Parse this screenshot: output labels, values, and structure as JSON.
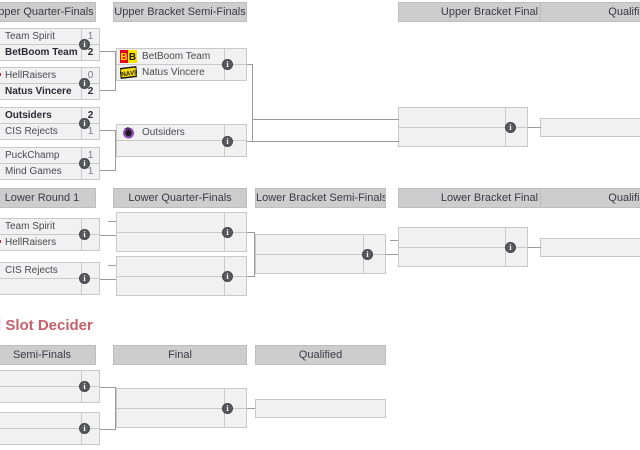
{
  "sections": {
    "upper": {
      "columns": [
        {
          "label": "Upper Quarter-Finals"
        },
        {
          "label": "Upper Bracket Semi-Finals"
        },
        {
          "label": "Upper Bracket Final"
        },
        {
          "label": "Qualified"
        }
      ]
    },
    "lower": {
      "columns": [
        {
          "label": "Lower Round 1"
        },
        {
          "label": "Lower Quarter-Finals"
        },
        {
          "label": "Lower Bracket Semi-Finals"
        },
        {
          "label": "Lower Bracket Final"
        },
        {
          "label": "Qualified"
        }
      ]
    },
    "decider": {
      "title": "d Slot Decider",
      "columns": [
        {
          "label": "Semi-Finals"
        },
        {
          "label": "Final"
        },
        {
          "label": "Qualified"
        }
      ]
    }
  },
  "matches": {
    "uqf1": {
      "top": {
        "name": "Team Spirit",
        "score": "1",
        "winner": false,
        "flag": false
      },
      "bottom": {
        "name": "BetBoom Team",
        "score": "2",
        "winner": true,
        "flag": false
      }
    },
    "uqf2": {
      "top": {
        "name": "HellRaisers",
        "score": "0",
        "winner": false,
        "flag": true
      },
      "bottom": {
        "name": "Natus Vincere",
        "score": "2",
        "winner": true,
        "flag": false
      }
    },
    "uqf3": {
      "top": {
        "name": "Outsiders",
        "score": "2",
        "winner": true,
        "flag": false
      },
      "bottom": {
        "name": "CIS Rejects",
        "score": "1",
        "winner": false,
        "flag": false
      }
    },
    "uqf4": {
      "top": {
        "name": "PuckChamp",
        "score": "1",
        "winner": false,
        "flag": false
      },
      "bottom": {
        "name": "Mind Games",
        "score": "1",
        "winner": false,
        "flag": false
      }
    },
    "usf1": {
      "top": {
        "name": "BetBoom Team",
        "score": "",
        "winner": false,
        "logo": "betboom-logo"
      },
      "bottom": {
        "name": "Natus Vincere",
        "score": "",
        "winner": false,
        "logo": "navi-logo"
      }
    },
    "usf2": {
      "top": {
        "name": "Outsiders",
        "score": "",
        "winner": false,
        "logo": "outsiders-logo"
      },
      "bottom": {
        "name": "",
        "score": "",
        "winner": false
      }
    },
    "ubf": {
      "top": {
        "name": "",
        "score": ""
      },
      "bottom": {
        "name": "",
        "score": ""
      }
    },
    "uqual": {
      "name": ""
    },
    "lr1_1": {
      "top": {
        "name": "Team Spirit",
        "score": "",
        "winner": false,
        "flag": false
      },
      "bottom": {
        "name": "HellRaisers",
        "score": "",
        "winner": false,
        "flag": true
      }
    },
    "lr1_2": {
      "top": {
        "name": "CIS Rejects",
        "score": "",
        "winner": false,
        "flag": false
      },
      "bottom": {
        "name": "",
        "score": "",
        "winner": false,
        "flag": false
      }
    },
    "lqf1": {
      "top": {
        "name": "",
        "score": ""
      },
      "bottom": {
        "name": "",
        "score": ""
      }
    },
    "lqf2": {
      "top": {
        "name": "",
        "score": ""
      },
      "bottom": {
        "name": "",
        "score": ""
      }
    },
    "lbsf": {
      "top": {
        "name": "",
        "score": ""
      },
      "bottom": {
        "name": "",
        "score": ""
      }
    },
    "lbf": {
      "top": {
        "name": "",
        "score": ""
      },
      "bottom": {
        "name": "",
        "score": ""
      }
    },
    "lqual": {
      "name": ""
    },
    "dsf1": {
      "top": {
        "name": "",
        "score": ""
      },
      "bottom": {
        "name": "",
        "score": ""
      }
    },
    "dsf2": {
      "top": {
        "name": "",
        "score": ""
      },
      "bottom": {
        "name": "",
        "score": ""
      }
    },
    "dfinal": {
      "top": {
        "name": "",
        "score": ""
      },
      "bottom": {
        "name": "",
        "score": ""
      }
    },
    "dqual": {
      "name": ""
    }
  },
  "icons": {
    "info": "i"
  },
  "colors": {
    "header_bar": "#cdcdcd",
    "match_bg": "#f1f1f1",
    "border": "#c9c9c9",
    "connector": "#9b9b9b",
    "section_title": "#c4606a",
    "flag_red": "#d01f2b"
  }
}
